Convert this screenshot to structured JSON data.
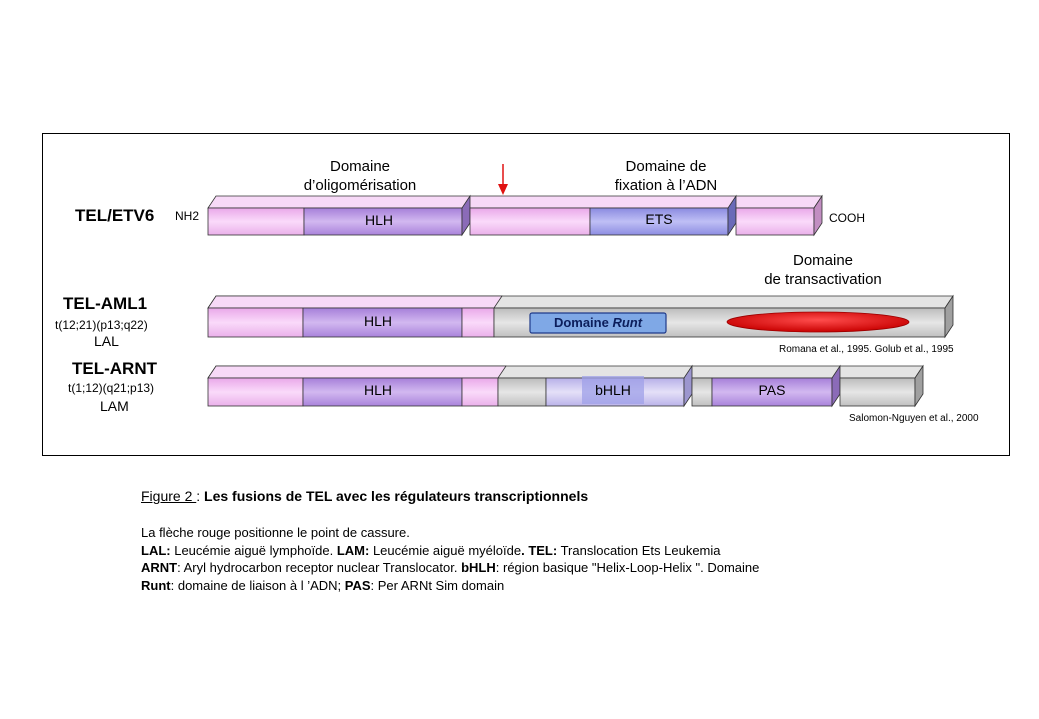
{
  "labels": {
    "domain_oligo_l1": "Domaine",
    "domain_oligo_l2": "d’oligomérisation",
    "domain_adn_l1": "Domaine de",
    "domain_adn_l2": "fixation à l’ADN",
    "domain_trans_l1": "Domaine",
    "domain_trans_l2": "de transactivation"
  },
  "rows": {
    "tel": {
      "name": "TEL/ETV6",
      "nh2": "NH2",
      "cooh": "COOH",
      "hlh": "HLH",
      "ets": "ETS"
    },
    "aml1": {
      "name": "TEL-AML1",
      "trans": "t(12;21)(p13;q22)",
      "type": "LAL",
      "hlh": "HLH",
      "runt_prefix": "Domaine ",
      "runt_italic": "Runt",
      "ref": "Romana et al., 1995. Golub et al., 1995"
    },
    "arnt": {
      "name": "TEL-ARNT",
      "trans": "t(1;12)(q21;p13)",
      "type": "LAM",
      "hlh": "HLH",
      "bhlh": "bHLH",
      "pas": "PAS",
      "ref": "Salomon-Nguyen et al., 2000"
    }
  },
  "caption": {
    "figure": "Figure 2 ",
    "sep": ": ",
    "title": "Les fusions de TEL avec les régulateurs transcriptionnels"
  },
  "notes": {
    "line1": "La flèche rouge positionne le point de cassure.",
    "lal_key": "LAL:",
    "lal_val": " Leucémie aiguë lymphoïde. ",
    "lam_key": "LAM:",
    "lam_val": " Leucémie aiguë myéloïde",
    "tel_key": ". TEL:",
    "tel_val": " Translocation Ets Leukemia",
    "arnt_key": "ARNT",
    "arnt_val": ": Aryl hydrocarbon receptor nuclear Translocator. ",
    "bhlh_key": "bHLH",
    "bhlh_val": ": région basique \"Helix-Loop-Helix \". Domaine",
    "runt_key": "Runt",
    "runt_val": ": domaine de liaison à l ’ADN; ",
    "pas_key": "PAS",
    "pas_val": ": Per ARNt Sim domain"
  },
  "colors": {
    "pink": "#f3c7f3",
    "hlh": "#c3a1e8",
    "ets": "#a8a8ee",
    "gray": "#d4d4d4",
    "bhlh": "#cdc8ef",
    "pas": "#c3a1e8",
    "runt_box": "#7fa8e6",
    "ellipse": "#e01212",
    "arrow": "#e01212"
  }
}
